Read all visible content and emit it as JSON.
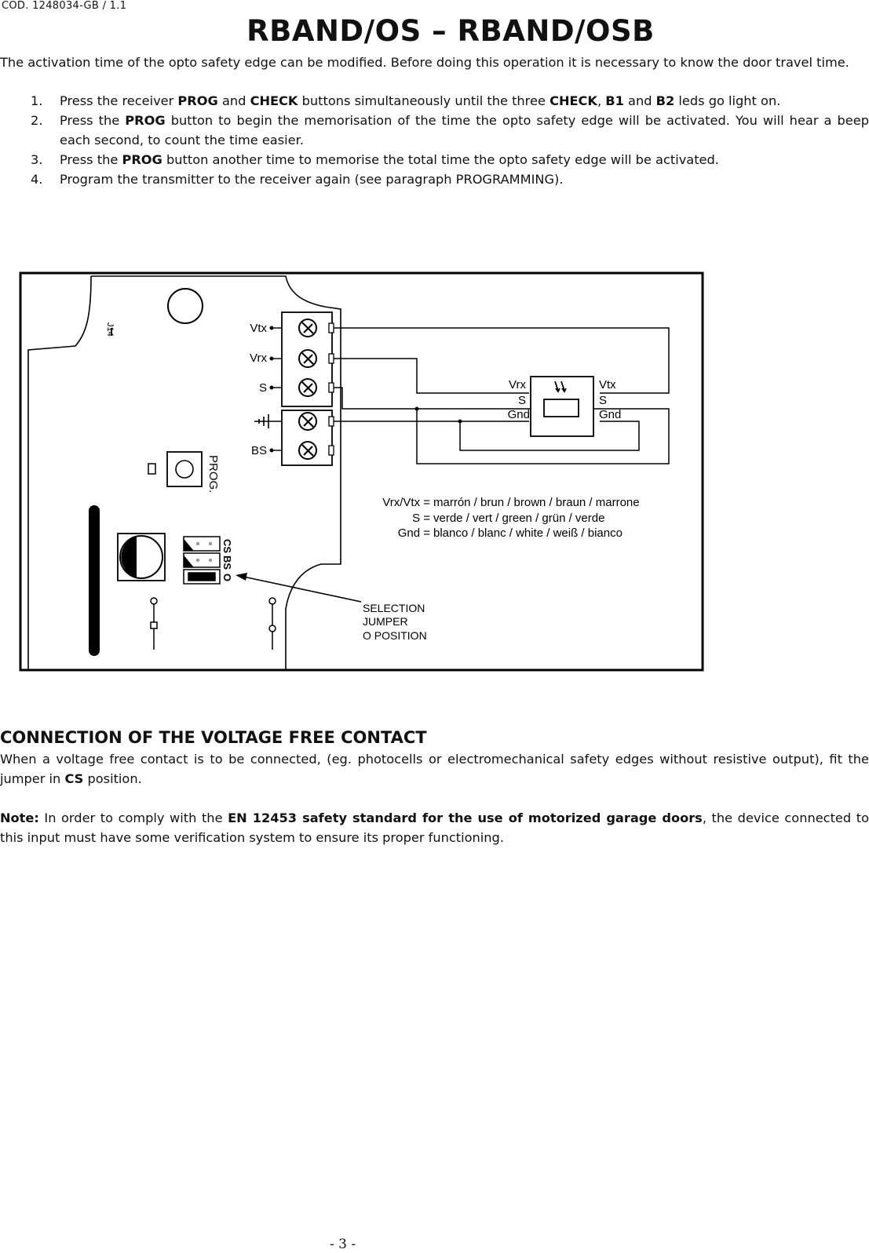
{
  "header": {
    "doc_code": "COD. 1248034-GB / 1.1"
  },
  "title": "RBAND/OS – RBAND/OSB",
  "intro": "The activation time of the opto safety edge can be modified. Before doing this operation it is necessary to know the door travel time.",
  "steps": [
    {
      "num": "1.",
      "parts": [
        "Press the receiver ",
        "PROG",
        " and ",
        "CHECK",
        " buttons simultaneously until the three ",
        "CHECK",
        ", ",
        "B1",
        " and ",
        "B2",
        " leds go light on."
      ]
    },
    {
      "num": "2.",
      "parts": [
        "Press the ",
        "PROG",
        " button to begin the memorisation of the time the opto safety edge will be activated. You will hear a beep each second, to count the time easier."
      ]
    },
    {
      "num": "3.",
      "parts": [
        "Press the ",
        "PROG",
        " button another time to memorise the total time the opto safety edge will be activated."
      ]
    },
    {
      "num": "4.",
      "parts": [
        "Program the transmitter to the receiver again (see paragraph PROGRAMMING)."
      ]
    }
  ],
  "diagram": {
    "board_label": "J14",
    "terminals": [
      "Vtx",
      "Vrx",
      "S",
      "BS"
    ],
    "prog_label": "PROG.",
    "jumper_labels": [
      "CS",
      "BS",
      "O"
    ],
    "sensor_left": [
      "Vrx",
      "S",
      "Gnd"
    ],
    "sensor_right": [
      "Vtx",
      "S",
      "Gnd"
    ],
    "legend_keys": [
      "Vrx/Vtx =",
      "S =",
      "Gnd ="
    ],
    "legend_values": [
      "marrón / brun / brown / braun / marrone",
      "verde / vert / green / grün / verde",
      "blanco / blanc / white / weiß / bianco"
    ],
    "callout": [
      "SELECTION",
      "JUMPER",
      "O POSITION"
    ]
  },
  "section": {
    "heading": "CONNECTION OF THE VOLTAGE FREE CONTACT",
    "p1_parts": [
      "When a voltage free contact is to be connected, (eg. photocells or electromechanical safety edges without resistive output), fit the jumper in ",
      "CS",
      " position."
    ],
    "p2_parts": [
      "Note:",
      " In order to comply with the ",
      "EN 12453 safety standard for the use of motorized garage doors",
      ", the device connected to this input must have some verification system to ensure its proper functioning."
    ]
  },
  "footer": {
    "page_number": "- 3 -"
  }
}
